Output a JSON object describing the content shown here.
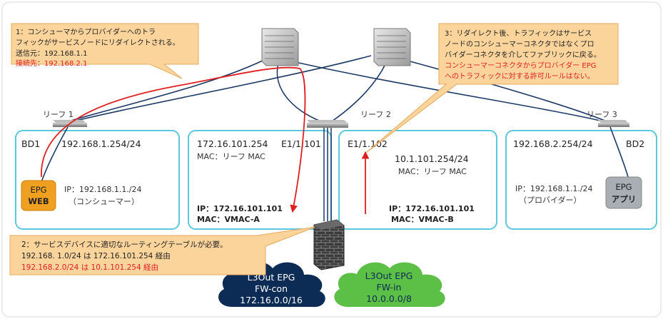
{
  "leaves": {
    "leaf1": "リーフ 1",
    "leaf2": "リーフ 2",
    "leaf3": "リーフ 3"
  },
  "callout1": {
    "line1": "1：コンシューマからプロバイダーへのトラ",
    "line2": "フィックがサービスノードにリダイレクトされる。",
    "line3": "送信元：192.168.1.1",
    "line4": "接続先：192.168.2.1"
  },
  "callout2": {
    "line1": "2：サービスデバイスに適切なルーティングテーブルが必要。",
    "line2": "192.168. 1.0/24 は 172.16.101.254 経由",
    "line3": "192.168.2.0/24 は 10.1.101.254 経由"
  },
  "callout3": {
    "line1": "3：リダイレクト後、トラフィックはサービス",
    "line2": "ノードのコンシューマーコネクタではなくプロ",
    "line3": "バイダーコネクタを介してファブリックに戻る。",
    "line4": "コンシューマーコネクタからプロバイダー EPG",
    "line5": "へのトラフィックに対する許可ルールはない。"
  },
  "bd1": {
    "title": "BD1",
    "subnet": "192.168.1.254/24",
    "epg_line1": "EPG",
    "epg_line2": "WEB",
    "ip": "IP：192.168.1.1./24",
    "role": "（コンシューマー）"
  },
  "fwcon": {
    "gateway": "172.16.101.254",
    "port": "E1/1.101",
    "mac": "MAC：リーフ MAC",
    "ip": "IP：172.16.101.101",
    "vmac": "MAC：VMAC-A"
  },
  "fwin": {
    "port": "E1/1.102",
    "gateway": "10.1.101.254/24",
    "mac": "MAC：リーフ MAC",
    "ip": "IP：172.16.101.101",
    "vmac": "MAC：VMAC-B"
  },
  "bd2": {
    "title": "BD2",
    "subnet": "192.168.2.254/24",
    "ip": "IP：192.168.1.1./24",
    "role": "（プロバイダー）",
    "epg_line1": "EPG",
    "epg_line2": "アプリ"
  },
  "cloud_con": {
    "line1": "L3Out EPG",
    "line2": "FW-con",
    "line3": "172.16.0.0/16"
  },
  "cloud_in": {
    "line1": "L3Out EPG",
    "line2": "FW-in",
    "line3": "10.0.0.0/8"
  },
  "colors": {
    "accent_red": "#e02020",
    "box_border": "#5bc8e0",
    "callout_fill": "#fbd49c",
    "callout_border": "#e8a85a",
    "epg_orange": "#f0a020",
    "epg_gray": "#a9aeb4",
    "cloud_navy": "#0c2b55",
    "cloud_green": "#5cbf46",
    "link_navy": "#1d3a66"
  }
}
